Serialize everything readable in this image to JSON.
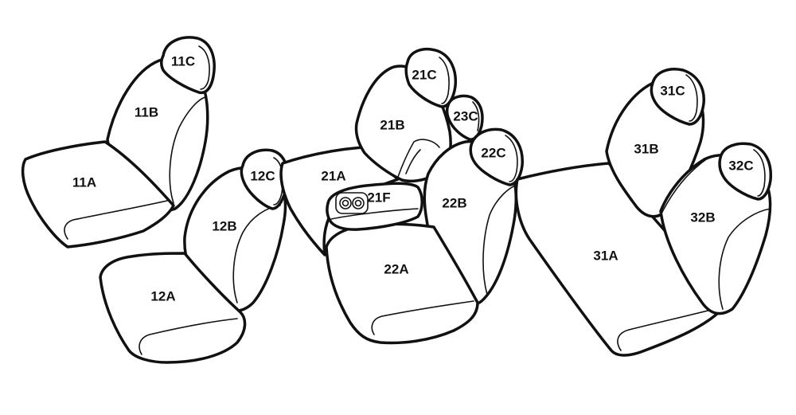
{
  "labels": {
    "s11A": "11A",
    "s11B": "11B",
    "s11C": "11C",
    "s12A": "12A",
    "s12B": "12B",
    "s12C": "12C",
    "s21A": "21A",
    "s21B": "21B",
    "s21C": "21C",
    "s21F": "21F",
    "s22A": "22A",
    "s22B": "22B",
    "s22C": "22C",
    "s23C": "23C",
    "s31A": "31A",
    "s31B": "31B",
    "s31C": "31C",
    "s32B": "32B",
    "s32C": "32C"
  },
  "colors": {
    "line": "#111111",
    "fill": "#ffffff"
  }
}
